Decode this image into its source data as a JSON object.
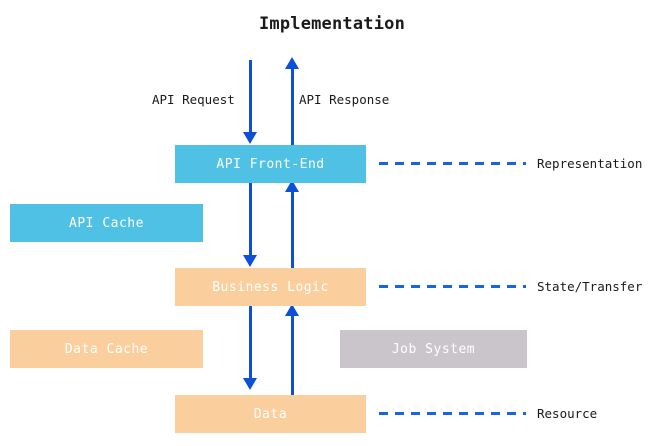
{
  "diagram": {
    "title": "Implementation",
    "nodes": [
      {
        "id": "api-front-end",
        "label": "API Front-End",
        "color": "#4fc1e4",
        "text_color": "#ffffff"
      },
      {
        "id": "api-cache",
        "label": "API Cache",
        "color": "#4fc1e4",
        "text_color": "#ffffff"
      },
      {
        "id": "business-logic",
        "label": "Business Logic",
        "color": "#fbcf9d",
        "text_color": "#ffffff"
      },
      {
        "id": "data-cache",
        "label": "Data Cache",
        "color": "#fbcf9d",
        "text_color": "#ffffff"
      },
      {
        "id": "job-system",
        "label": "Job System",
        "color": "#c9c5cb",
        "text_color": "#ffffff"
      },
      {
        "id": "data",
        "label": "Data",
        "color": "#fbcf9d",
        "text_color": "#ffffff"
      }
    ],
    "flow_labels": [
      {
        "id": "api-request",
        "label": "API Request",
        "direction": "down"
      },
      {
        "id": "api-response",
        "label": "API Response",
        "direction": "up"
      }
    ],
    "annotations": [
      {
        "id": "representation",
        "label": "Representation",
        "attached_to": "api-front-end"
      },
      {
        "id": "state-transfer",
        "label": "State/Transfer",
        "attached_to": "business-logic"
      },
      {
        "id": "resource",
        "label": "Resource",
        "attached_to": "data"
      }
    ],
    "arrow_color": "#0d4fd6",
    "dash_color": "#1766e0",
    "background": "#ffffff"
  }
}
